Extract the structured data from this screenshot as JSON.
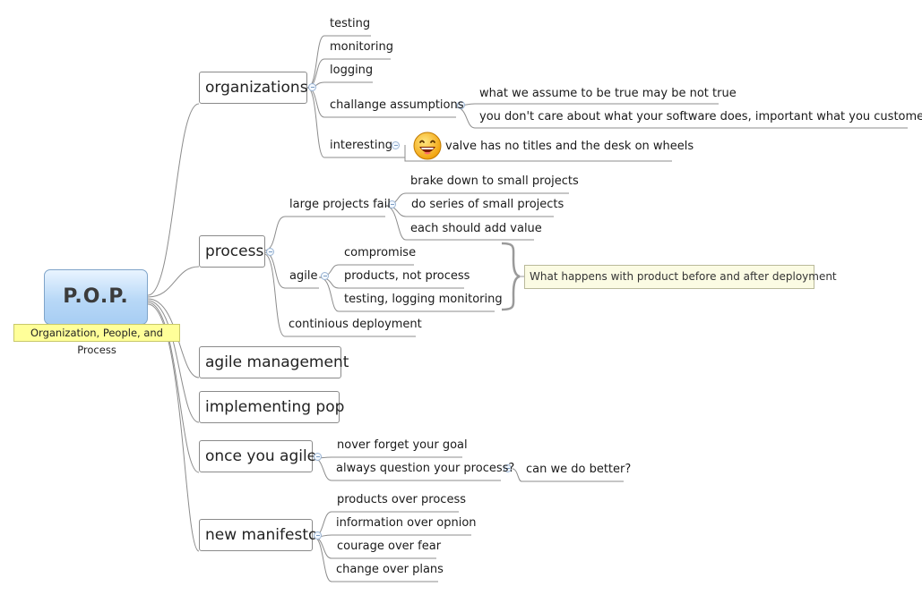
{
  "root": {
    "title": "P.O.P.",
    "note": "Organization, People, and Process"
  },
  "branches": {
    "organizations": {
      "label": "organizations",
      "items": [
        "testing",
        "monitoring",
        "logging",
        "challange assumptions",
        "interesting"
      ],
      "challange_children": [
        "what we assume to  be true may be not true",
        "you don't care about what your software does, important what you customer do"
      ],
      "interesting_child": "valve has no titles and the desk on wheels",
      "interesting_icon": "laughing-face-icon"
    },
    "process": {
      "label": "process",
      "items": [
        "large projects fail",
        "agile",
        "continious deployment"
      ],
      "large_children": [
        "brake down to small projects",
        "do series of small projects",
        "each should add value"
      ],
      "agile_children": [
        "compromise",
        "products, not process",
        "testing, logging monitoring"
      ],
      "agile_summary": "What happens with product before and after deployment"
    },
    "agile_management": {
      "label": "agile management"
    },
    "implementing_pop": {
      "label": "implementing pop"
    },
    "once_you_agile": {
      "label": "once you agile",
      "items": [
        "nover forget your goal",
        "always question your process?"
      ],
      "question_child": "can we do better?"
    },
    "new_manifesto": {
      "label": "new manifesto",
      "items": [
        "products over process",
        "information over opnion",
        "courage over fear",
        "change over plans"
      ]
    }
  },
  "colors": {
    "line": "#8c8c8c",
    "root_fill": "#b8d8f7",
    "note_fill": "#ffff99",
    "callout_fill": "#fbfbe3"
  }
}
